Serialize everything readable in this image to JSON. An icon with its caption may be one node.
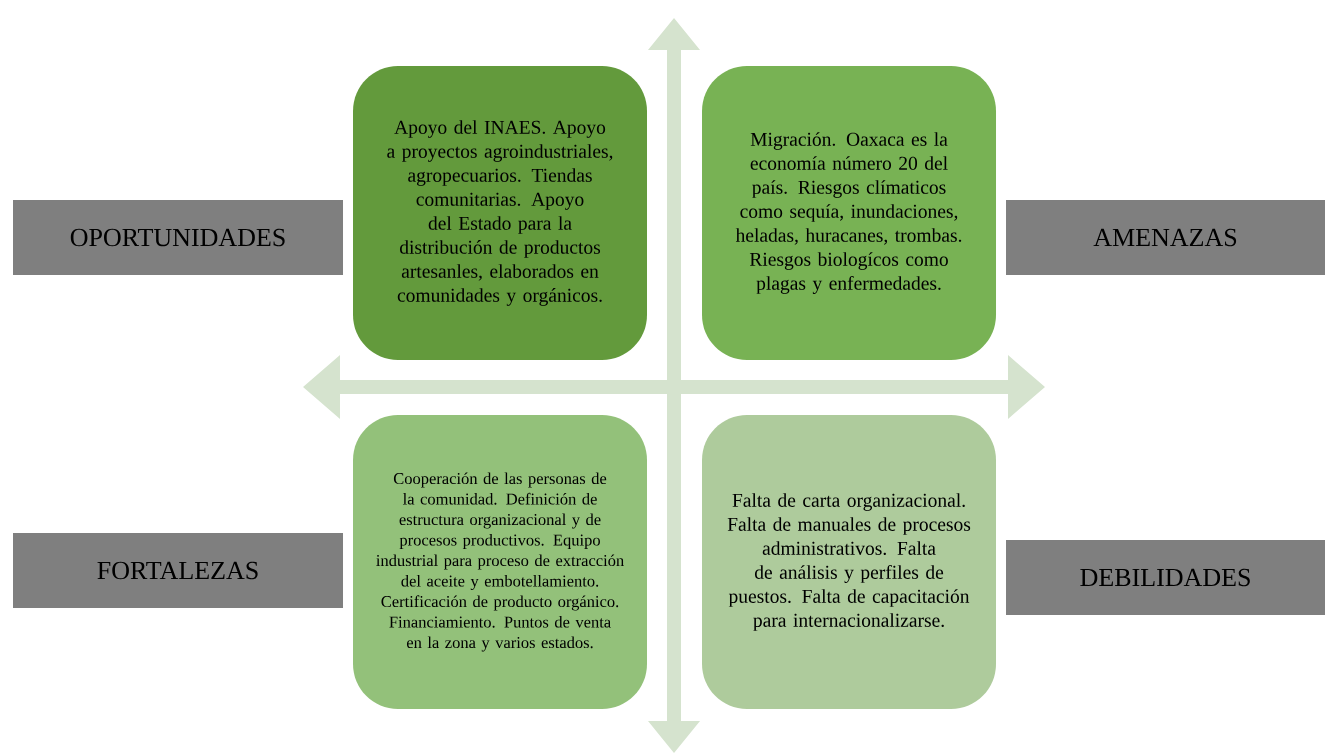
{
  "diagram": {
    "nodes": [
      {
        "text": [
          "OPORTUNIDADES"
        ]
      },
      {
        "text": [
          "Apoyo del INAES. Apoyo a proyectos agroindustriales, agropecuarios. Tiendas comunitarias. Apoyo del Estado para la distribución de productos artesanles, elaborados en comunidades y orgánicos."
        ]
      },
      {
        "text": [
          "Migración. Oaxaca es la economía número 20 del país. Riesgos clímaticos como sequía, inundaciones, heladas, huracanes, trombas. Riesgos biologícos como plagas y enfermedades."
        ]
      },
      {
        "text": [
          "AMENAZAS"
        ]
      },
      {
        "text": [
          "FORTALEZAS"
        ]
      },
      {
        "text": [
          "Cooperación de las personas de la comunidad. Definición de estructura organizacional y de procesos productivos. Equipo industrial para proceso de extracción del aceite y embotellamiento. Certificación de producto orgánico. Financiamiento. Puntos de venta en la zona y varios estados."
        ]
      },
      {
        "text": [
          "Falta de carta organizacional. Falta de manuales de procesos administrativos. Falta de análisis y perfiles de puestos. Falta de capacitación para internacionalizarse."
        ]
      },
      {
        "text": [
          "DEBILIDADES"
        ]
      }
    ]
  }
}
